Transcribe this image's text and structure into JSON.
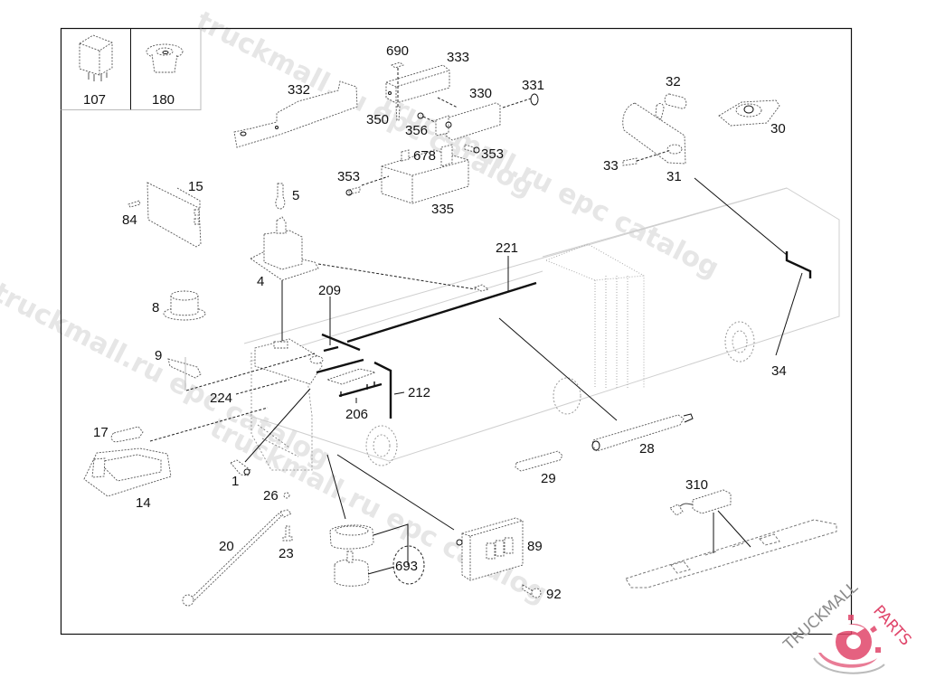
{
  "diagram": {
    "type": "exploded-parts-diagram",
    "subject": "vehicle electrical components (cab & body)",
    "inset_parts": [
      {
        "number": "107",
        "description": "relay"
      },
      {
        "number": "180",
        "description": "bush"
      }
    ],
    "parts": [
      {
        "number": "690"
      },
      {
        "number": "333"
      },
      {
        "number": "332"
      },
      {
        "number": "331"
      },
      {
        "number": "330"
      },
      {
        "number": "350"
      },
      {
        "number": "356"
      },
      {
        "number": "353a",
        "label": "353"
      },
      {
        "number": "678"
      },
      {
        "number": "353b",
        "label": "353"
      },
      {
        "number": "335"
      },
      {
        "number": "32"
      },
      {
        "number": "30"
      },
      {
        "number": "33"
      },
      {
        "number": "31"
      },
      {
        "number": "15"
      },
      {
        "number": "84"
      },
      {
        "number": "5"
      },
      {
        "number": "4"
      },
      {
        "number": "221"
      },
      {
        "number": "209"
      },
      {
        "number": "8"
      },
      {
        "number": "9"
      },
      {
        "number": "224"
      },
      {
        "number": "212"
      },
      {
        "number": "206"
      },
      {
        "number": "34"
      },
      {
        "number": "17"
      },
      {
        "number": "28"
      },
      {
        "number": "14"
      },
      {
        "number": "1"
      },
      {
        "number": "29"
      },
      {
        "number": "26"
      },
      {
        "number": "310"
      },
      {
        "number": "20"
      },
      {
        "number": "23"
      },
      {
        "number": "89"
      },
      {
        "number": "693"
      },
      {
        "number": "92"
      }
    ]
  },
  "labels": {
    "p107": "107",
    "p180": "180",
    "p690": "690",
    "p333": "333",
    "p332": "332",
    "p331": "331",
    "p330": "330",
    "p350": "350",
    "p356": "356",
    "p353a": "353",
    "p678": "678",
    "p353b": "353",
    "p335": "335",
    "p32": "32",
    "p30": "30",
    "p33": "33",
    "p31": "31",
    "p15": "15",
    "p84": "84",
    "p5": "5",
    "p4": "4",
    "p221": "221",
    "p209": "209",
    "p8": "8",
    "p9": "9",
    "p224": "224",
    "p212": "212",
    "p206": "206",
    "p34": "34",
    "p17": "17",
    "p28": "28",
    "p14": "14",
    "p1": "1",
    "p29": "29",
    "p26": "26",
    "p310": "310",
    "p20": "20",
    "p23": "23",
    "p89": "89",
    "p693": "693",
    "p92": "92"
  },
  "watermarks": {
    "text1": "truckmall.ru epc catalog",
    "text2": "truckmall.ru epc catalog",
    "text3": "truckmall.ru epc catalog",
    "text4": "truckmall.ru epc catalog"
  },
  "logo": {
    "brand_left": "TRUCKMALL",
    "brand_right": "PARTS",
    "colors": {
      "text_gray": "#8a8a8a",
      "accent": "#e0456a"
    }
  }
}
